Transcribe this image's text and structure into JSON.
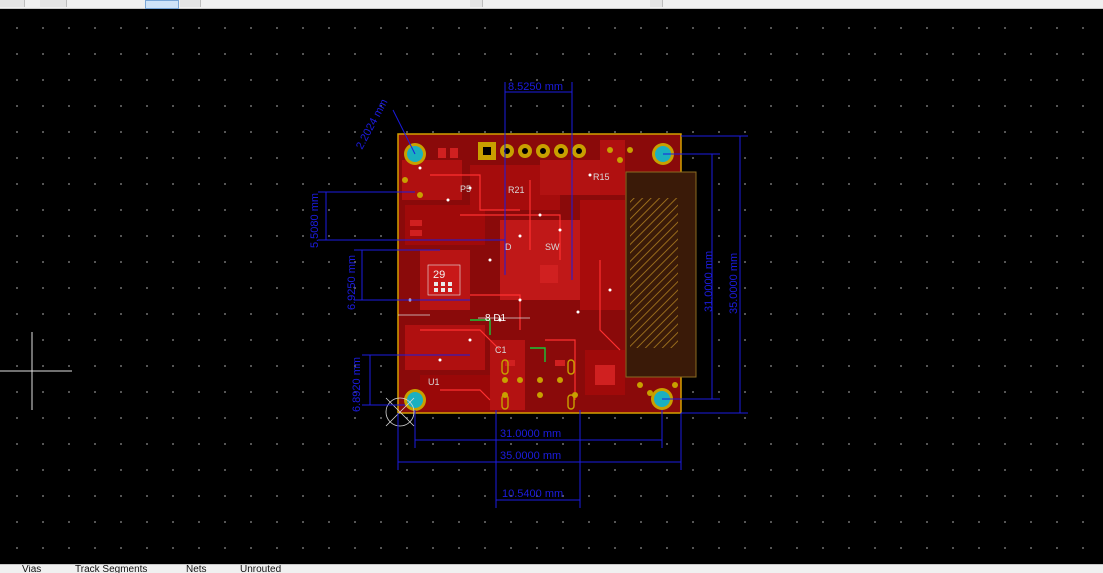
{
  "colors": {
    "background": "#000000",
    "copper": "#c00000",
    "board_edge": "#d4a000",
    "dimension": "#1c1ce0",
    "silkscreen": "#d9d9d9",
    "pad": "#c8a000",
    "hole": "#1ab0c0"
  },
  "dimensions": {
    "top": "8.5250 mm",
    "diag": "2.2024 mm",
    "left1": "5.5080 mm",
    "left2": "6.9250 mm",
    "left3": "6.8920 mm",
    "right1": "31.0000 mm",
    "right2": "35.0000 mm",
    "bottom1": "31.0000 mm",
    "bottom2": "35.0000 mm",
    "bottom3": "10.5400 mm"
  },
  "refs": {
    "p5": "P5",
    "r21": "R21",
    "r15": "R15",
    "sw": "SW",
    "chip": "29",
    "d1": "8  D1",
    "u1": "U1",
    "c1": "C1",
    "d": "D"
  },
  "status": {
    "vias": "Vias",
    "tracks": "Track Segments",
    "nets": "Nets",
    "unrouted": "Unrouted"
  }
}
